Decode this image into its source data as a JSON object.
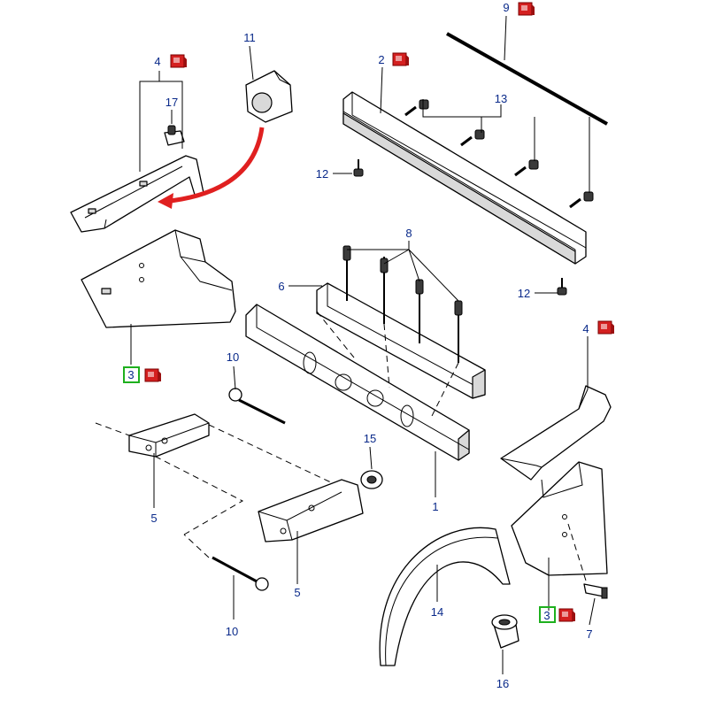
{
  "colors": {
    "callout_text": "#0a2a8a",
    "highlight_box": "#1eb01e",
    "flag_icon": "#d42020",
    "direction_arrow": "#e02020"
  },
  "icons": [
    "flag-icon",
    "direction-arrow-icon"
  ],
  "callouts": {
    "c1": "1",
    "c2": "2",
    "c3_left": "3",
    "c3_right": "3",
    "c4_left": "4",
    "c4_right": "4",
    "c5_left": "5",
    "c5_right": "5",
    "c6": "6",
    "c7": "7",
    "c8": "8",
    "c9": "9",
    "c10_top": "10",
    "c10_bottom": "10",
    "c11": "11",
    "c12_top": "12",
    "c12_bottom": "12",
    "c13": "13",
    "c14": "14",
    "c15": "15",
    "c16": "16",
    "c17": "17"
  }
}
